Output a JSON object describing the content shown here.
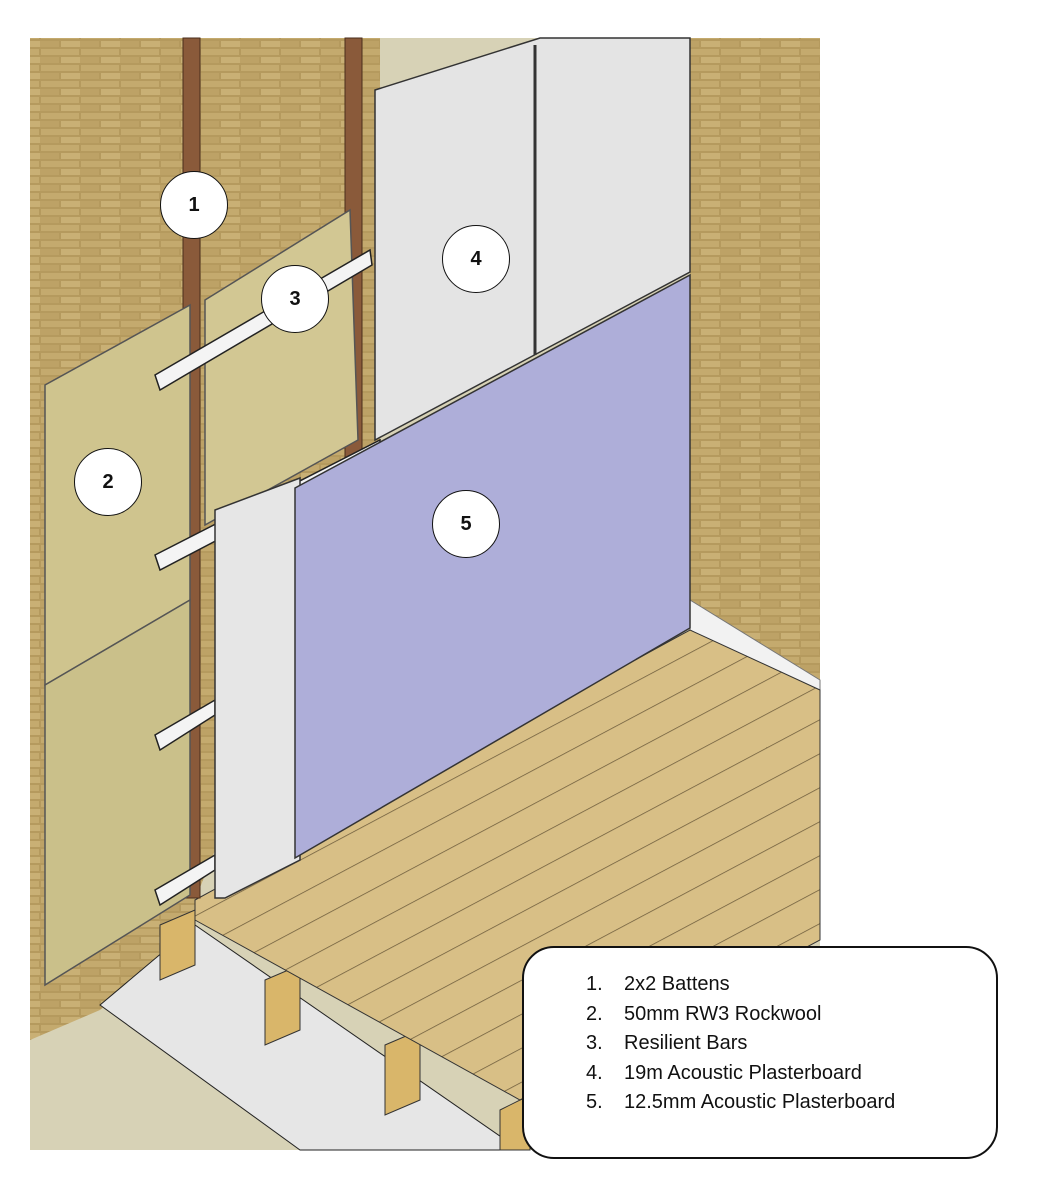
{
  "callouts": [
    {
      "number": "1"
    },
    {
      "number": "2"
    },
    {
      "number": "3"
    },
    {
      "number": "4"
    },
    {
      "number": "5"
    }
  ],
  "legend": {
    "items": [
      {
        "num": "1.",
        "label": "2x2 Battens"
      },
      {
        "num": "2.",
        "label": "50mm RW3 Rockwool"
      },
      {
        "num": "3.",
        "label": "Resilient Bars"
      },
      {
        "num": "4.",
        "label": "19m Acoustic Plasterboard"
      },
      {
        "num": "5.",
        "label": "12.5mm Acoustic Plasterboard"
      }
    ]
  },
  "colors": {
    "brick": "#b59a5e",
    "batten": "#8a5a3a",
    "rockwool": "#cfc48e",
    "plasterboard": "#e2e2e2",
    "acoustic_board": "#aeaed9",
    "floor": "#d8bf86"
  }
}
